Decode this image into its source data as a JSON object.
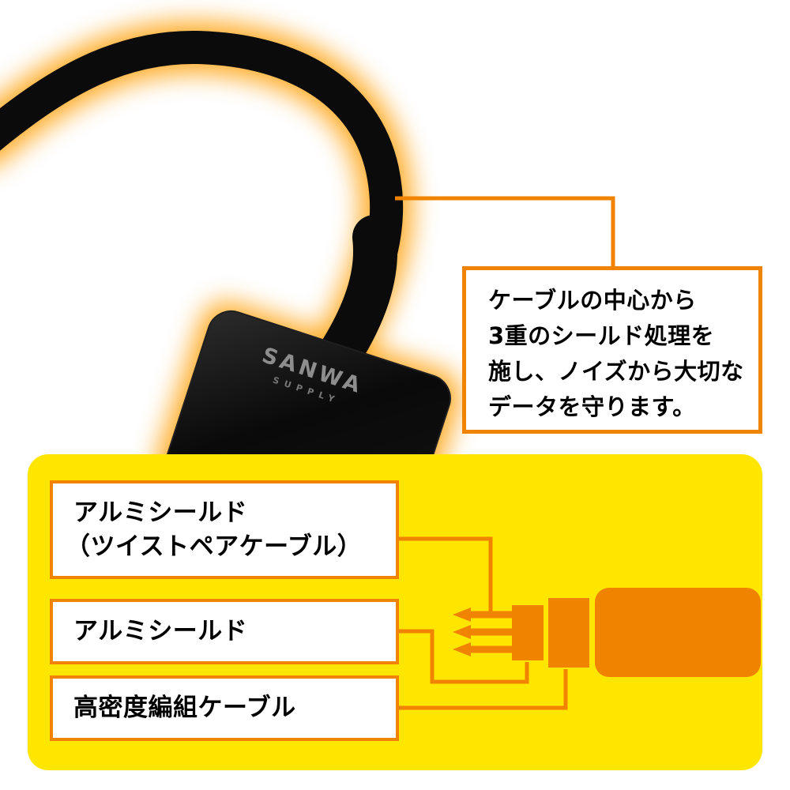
{
  "photo": {
    "brand": "SANWA",
    "brand_sub": "SUPPLY"
  },
  "callout": {
    "lines": [
      "ケーブルの中心から",
      "3重のシールド処理を",
      "施し、ノイズから大切な",
      "データを守ります。"
    ]
  },
  "panel": {
    "labels": [
      {
        "lines": [
          "アルミシールド",
          "（ツイストペアケーブル）"
        ]
      },
      {
        "lines": [
          "アルミシールド"
        ]
      },
      {
        "lines": [
          "高密度編組ケーブル"
        ]
      }
    ]
  },
  "colors": {
    "accent": "#f08300",
    "panel": "#ffe600",
    "cable": "#0b0b0b",
    "glow": "#ff9c00",
    "logo": "#8d8d8d",
    "box-bg": "#ffffff",
    "ink": "#000000"
  }
}
